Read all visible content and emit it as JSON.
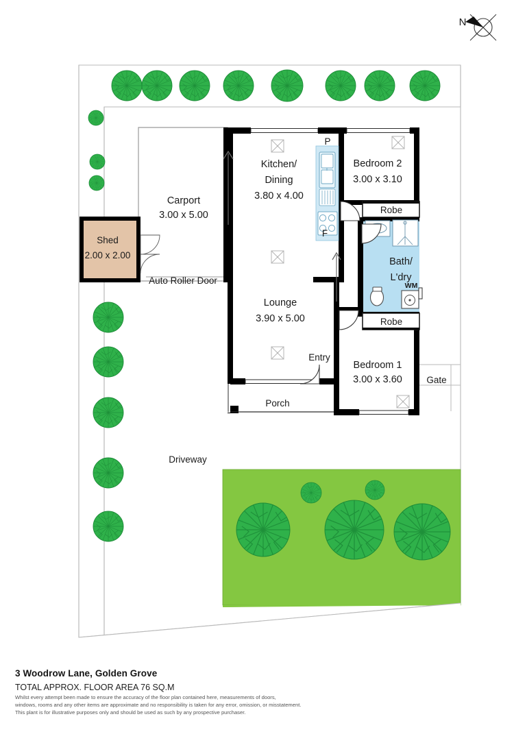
{
  "document": {
    "type": "real-estate-floor-plan",
    "address": "3 Woodrow Lane, Golden Grove",
    "floor_area": "TOTAL APPROX. FLOOR AREA 76 SQ.M",
    "disclaimer_lines": [
      "Whilst every attempt been made to ensure the accuracy of the floor plan contained here, measurements of doors,",
      "windows, rooms and any other items are approximate and no responsibility is taken for any error, omission, or misstatement.",
      "This plant is for illustrative purposes only and should be used as such by any prospective purchaser."
    ]
  },
  "compass": {
    "label": "N"
  },
  "colors": {
    "wall": "#000000",
    "wet_area_fill": "#b8dff2",
    "shed_fill": "#e3c4a8",
    "lawn_fill": "#84c741",
    "tree_fill": "#2fb14a",
    "boundary_line": "#b0b0b0",
    "interior_line": "#9a9a9a",
    "text": "#1a1a1a"
  },
  "rooms": [
    {
      "id": "kitchen-dining",
      "name_line1": "Kitchen/",
      "name_line2": "Dining",
      "dimensions": "3.80 x 4.00"
    },
    {
      "id": "bedroom-2",
      "name": "Bedroom 2",
      "dimensions": "3.00 x 3.10"
    },
    {
      "id": "bath-laundry",
      "name_line1": "Bath/",
      "name_line2": "L'dry",
      "dimensions": ""
    },
    {
      "id": "lounge",
      "name": "Lounge",
      "dimensions": "3.90 x 5.00"
    },
    {
      "id": "bedroom-1",
      "name": "Bedroom 1",
      "dimensions": "3.00 x 3.60"
    },
    {
      "id": "carport",
      "name": "Carport",
      "dimensions": "3.00 x 5.00"
    },
    {
      "id": "shed",
      "name": "Shed",
      "dimensions": "2.00 x 2.00"
    }
  ],
  "labels": {
    "pantry": "P",
    "fridge": "F",
    "washing_machine": "WM",
    "robe_upper": "Robe",
    "robe_lower": "Robe",
    "entry": "Entry",
    "porch": "Porch",
    "driveway": "Driveway",
    "gate": "Gate",
    "auto_roller_door": "Auto Roller Door"
  },
  "landscape": {
    "top_hedge_trees": 8,
    "left_small_trees": 3,
    "left_mid_trees": 5,
    "lawn_large_trees": 3,
    "lawn_small_trees": 2
  }
}
